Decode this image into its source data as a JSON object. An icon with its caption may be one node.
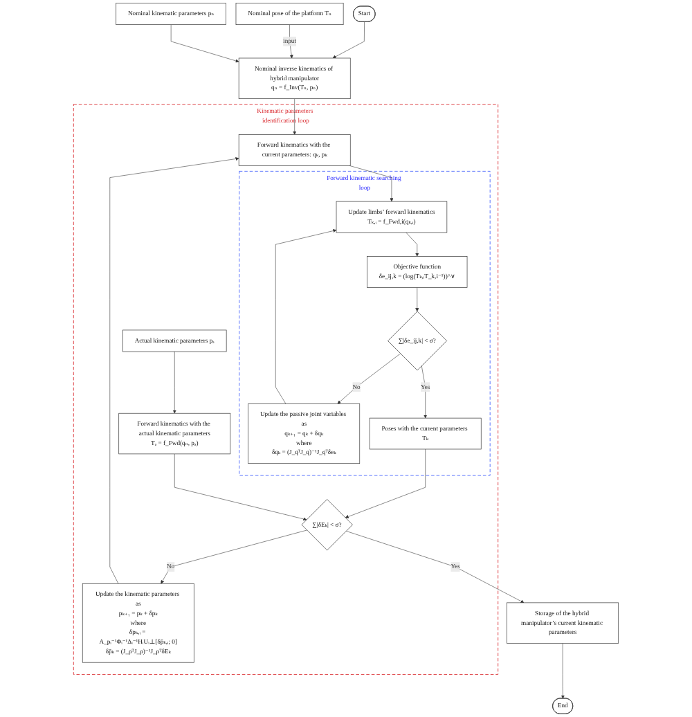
{
  "diagram": {
    "nodes": [
      {
        "text": [
          "Start"
        ]
      },
      {
        "text": [
          "Nominal pose of the platform Tₙ"
        ]
      },
      {
        "text": [
          "Nominal kinematic parameters pₙ"
        ]
      },
      {
        "text": [
          "Nominal inverse kinematics of hybrid manipulator",
          "qₙ = f_Inv(Tₙ, pₙ)"
        ]
      },
      {
        "text": [
          "Kinematic parameters identification loop"
        ]
      },
      {
        "text": [
          "Forward kinematics with the current parameters: qₖ, pₖ"
        ],
        "in": 4
      },
      {
        "text": [
          "Forward kinematic searching loop"
        ],
        "in": 4
      },
      {
        "text": [
          "Update limbs’ forward kinematics",
          "Tₖ,ᵢ = f_Fwd,i(qₖ,ᵢ)"
        ],
        "in": 6
      },
      {
        "text": [
          "Update the passive joint variables as",
          "qₖ₊₁ = qₖ + δqₖ",
          "where",
          "δqₖ = (J_qᵀJ_q)⁻¹J_qᵀδeₖ"
        ],
        "in": 6
      },
      {
        "text": [
          "Objective function",
          "δe_ij,k = (log(Tₖ,ᵢT_k,i⁻¹))^∨"
        ],
        "in": 6
      },
      {
        "text": [
          "∑|δe_ij,k| < σ?"
        ],
        "in": 6
      },
      {
        "text": [
          "Poses with the current parameters Tₖ"
        ],
        "in": 6
      },
      {
        "text": [
          "Update the kinematic parameters as",
          "pₖ₊₁ = pₖ + δpₖ",
          "where",
          "δpₖ,ᵢ = A_pᵢ⁻¹Φᵢ⁻¹Δᵢ⁻¹HᵢUᵢ⊥[δp̄ₖ,ᵢ; 0]",
          "δp̄ₖ = (J_ρᵀJ_ρ)⁻¹J_ρᵀδEₖ"
        ],
        "in": 4
      },
      {
        "text": [
          "Actual kinematic parameters pₐ"
        ],
        "in": 4
      },
      {
        "text": [
          "Forward kinematics with the actual kinematic parameters",
          "Tₐ = f_Fwd(qₙ, pₐ)"
        ],
        "in": 4
      },
      {
        "text": [
          "∑|δEₖ| < σ?"
        ],
        "in": 4
      },
      {
        "text": [
          "Storage of the hybrid manipulator’s current kinematic parameters"
        ]
      },
      {
        "text": [
          "End"
        ]
      }
    ],
    "edges": [
      {
        "from": 0,
        "to": 3,
        "arrow": "to"
      },
      {
        "from": 1,
        "to": 3,
        "arrow": "to",
        "label": "input"
      },
      {
        "from": 2,
        "to": 3,
        "arrow": "to"
      },
      {
        "from": 3,
        "to": 5,
        "arrow": "to"
      },
      {
        "from": 5,
        "to": 7,
        "arrow": "to"
      },
      {
        "from": 7,
        "to": 9,
        "arrow": "to"
      },
      {
        "from": 9,
        "to": 10,
        "arrow": "to"
      },
      {
        "from": 10,
        "to": 8,
        "arrow": "to",
        "label": "No"
      },
      {
        "from": 8,
        "to": 7,
        "arrow": "to"
      },
      {
        "from": 10,
        "to": 11,
        "arrow": "to",
        "label": "Yes"
      },
      {
        "from": 11,
        "to": 15,
        "arrow": "to"
      },
      {
        "from": 13,
        "to": 14,
        "arrow": "to"
      },
      {
        "from": 14,
        "to": 15,
        "arrow": "to"
      },
      {
        "from": 15,
        "to": 12,
        "arrow": "to",
        "label": "No"
      },
      {
        "from": 12,
        "to": 5,
        "arrow": "to"
      },
      {
        "from": 15,
        "to": 16,
        "arrow": "to",
        "label": "Yes"
      },
      {
        "from": 16,
        "to": 17,
        "arrow": "to"
      }
    ]
  }
}
